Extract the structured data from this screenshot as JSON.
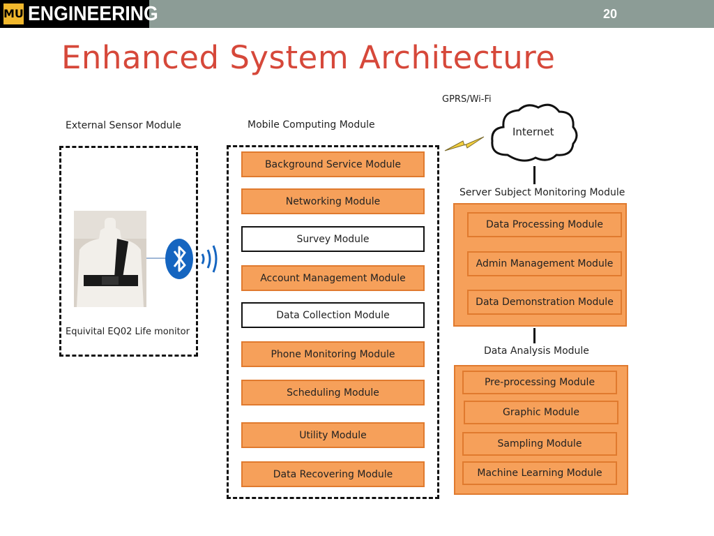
{
  "header": {
    "logo_mark": "MU",
    "logo_text": "ENGINEERING",
    "slide_number": "20"
  },
  "title": "Enhanced System Architecture",
  "external_sensor": {
    "label": "External Sensor Module",
    "device_caption": "Equivital  EQ02 Life monitor",
    "bluetooth_icon": "bluetooth-icon",
    "signal_icon": "wireless-signal-icon"
  },
  "mobile": {
    "label": "Mobile Computing Module",
    "modules": [
      {
        "name": "Background Service Module",
        "style": "orange"
      },
      {
        "name": "Networking Module",
        "style": "orange"
      },
      {
        "name": "Survey Module",
        "style": "white"
      },
      {
        "name": "Account Management Module",
        "style": "orange"
      },
      {
        "name": "Data Collection Module",
        "style": "white"
      },
      {
        "name": "Phone Monitoring Module",
        "style": "orange"
      },
      {
        "name": "Scheduling Module",
        "style": "orange"
      },
      {
        "name": "Utility Module",
        "style": "orange"
      },
      {
        "name": "Data Recovering Module",
        "style": "orange"
      }
    ]
  },
  "network": {
    "link_label": "GPRS/Wi-Fi",
    "cloud_label": "Internet",
    "lightning_icon": "lightning-icon",
    "cloud_icon": "cloud-icon"
  },
  "server": {
    "label": "Server Subject Monitoring Module",
    "modules": [
      "Data Processing Module",
      "Admin Management Module",
      "Data Demonstration Module"
    ]
  },
  "analysis": {
    "label": "Data Analysis Module",
    "modules": [
      "Pre-processing Module",
      "Graphic Module",
      "Sampling Module",
      "Machine Learning Module"
    ]
  },
  "colors": {
    "module_fill": "#f6a05a",
    "module_border": "#e07a2e",
    "title": "#d6483a",
    "header_bar": "#8c9c96",
    "bluetooth": "#1565c0"
  }
}
